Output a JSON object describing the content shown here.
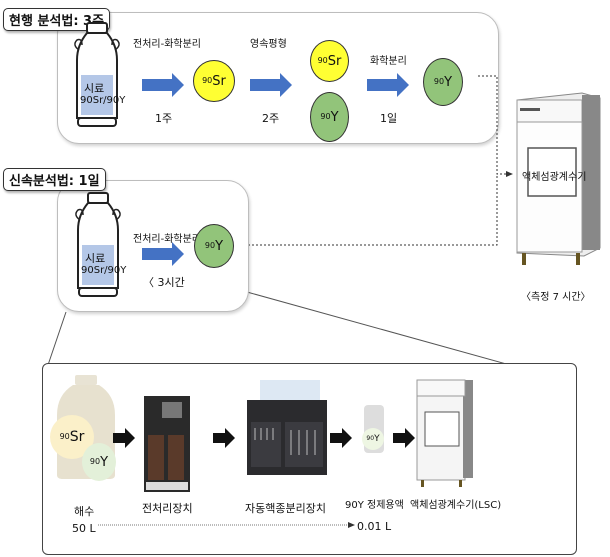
{
  "current_method": {
    "title": "현행 분석법: 3주",
    "sample_label": "시료",
    "sample_iso": "90Sr/90Y",
    "steps": [
      {
        "label": "전처리-화학분리",
        "duration": "1주"
      },
      {
        "label": "영속평형",
        "duration": "2주"
      },
      {
        "label": "화학분리",
        "duration": "1일"
      }
    ],
    "nodes": {
      "sr_mass": "90",
      "sr_sym": "Sr",
      "y_mass": "90",
      "y_sym": "Y"
    }
  },
  "rapid_method": {
    "title": "신속분석법: 1일",
    "sample_label": "시료",
    "step": {
      "label": "전처리-화학분리",
      "duration": "〈 3시간"
    },
    "node": {
      "mass": "90",
      "sym": "Y"
    }
  },
  "counter": {
    "label": "액체섬광계수기",
    "time": "〈측정 7 시간〉"
  },
  "detail": {
    "items": [
      {
        "label": "해수",
        "volume": "50 L"
      },
      {
        "label": "전처리장치"
      },
      {
        "label": "자동핵종분리장치"
      },
      {
        "label": "90Y 정제용액",
        "volume": "0.01 L"
      },
      {
        "label": "액체섬광계수기(LSC)"
      }
    ],
    "seawater_badges": {
      "sr": "Sr",
      "y": "Y",
      "mass": "90"
    }
  },
  "colors": {
    "yellow": "#ffff33",
    "green": "#92c47a",
    "arrow_blue": "#4472c4",
    "sample_blue": "#b4c7e7"
  }
}
